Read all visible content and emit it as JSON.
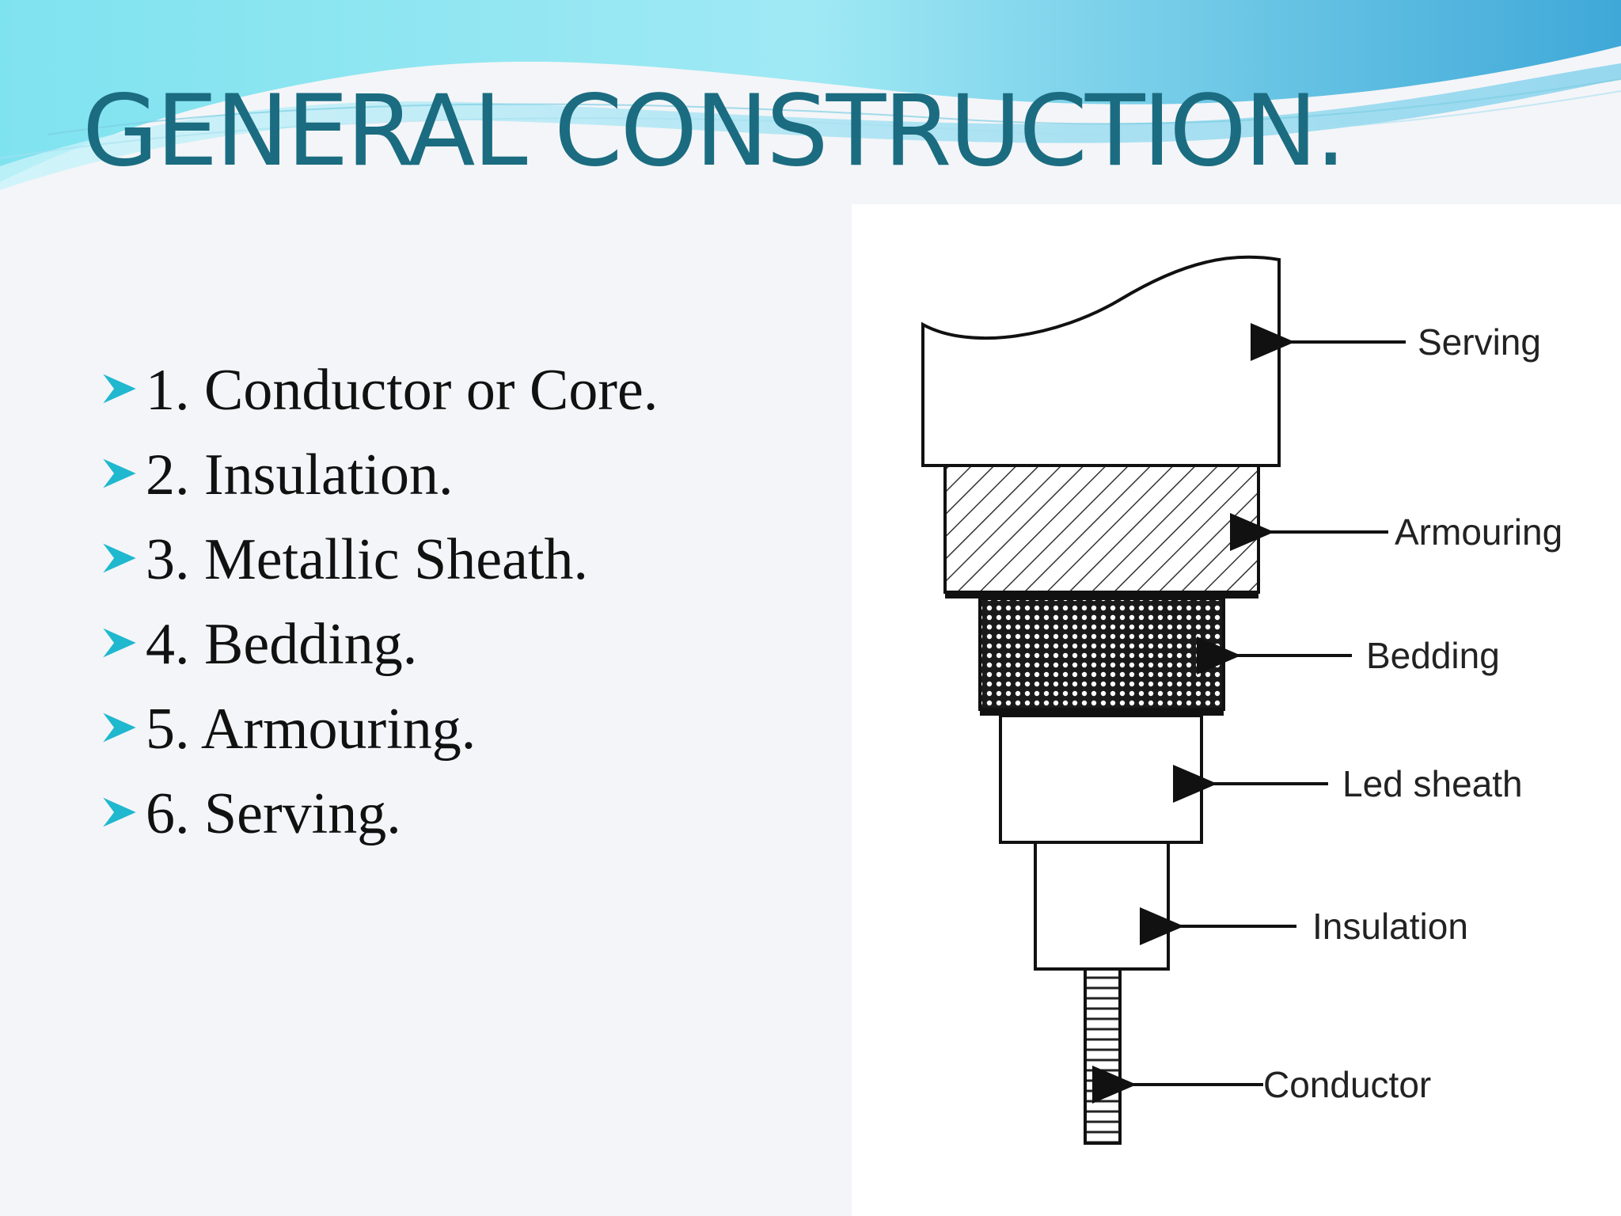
{
  "slide": {
    "title": "GENERAL CONSTRUCTION.",
    "bullets": [
      "1. Conductor or Core.",
      "2. Insulation.",
      "3. Metallic Sheath.",
      "4. Bedding.",
      "5. Armouring.",
      "6. Serving."
    ]
  },
  "diagram": {
    "labels": [
      "Serving",
      "Armouring",
      "Bedding",
      "Led sheath",
      "Insulation",
      "Conductor"
    ]
  },
  "colors": {
    "title": "#1b6c80",
    "bullet_arrow": "#1fb8cf",
    "header_wave_light": "#8fe6f2",
    "header_wave_dark": "#4fb3d8"
  },
  "icons": {
    "bullet": "arrowhead-bullet-icon"
  }
}
